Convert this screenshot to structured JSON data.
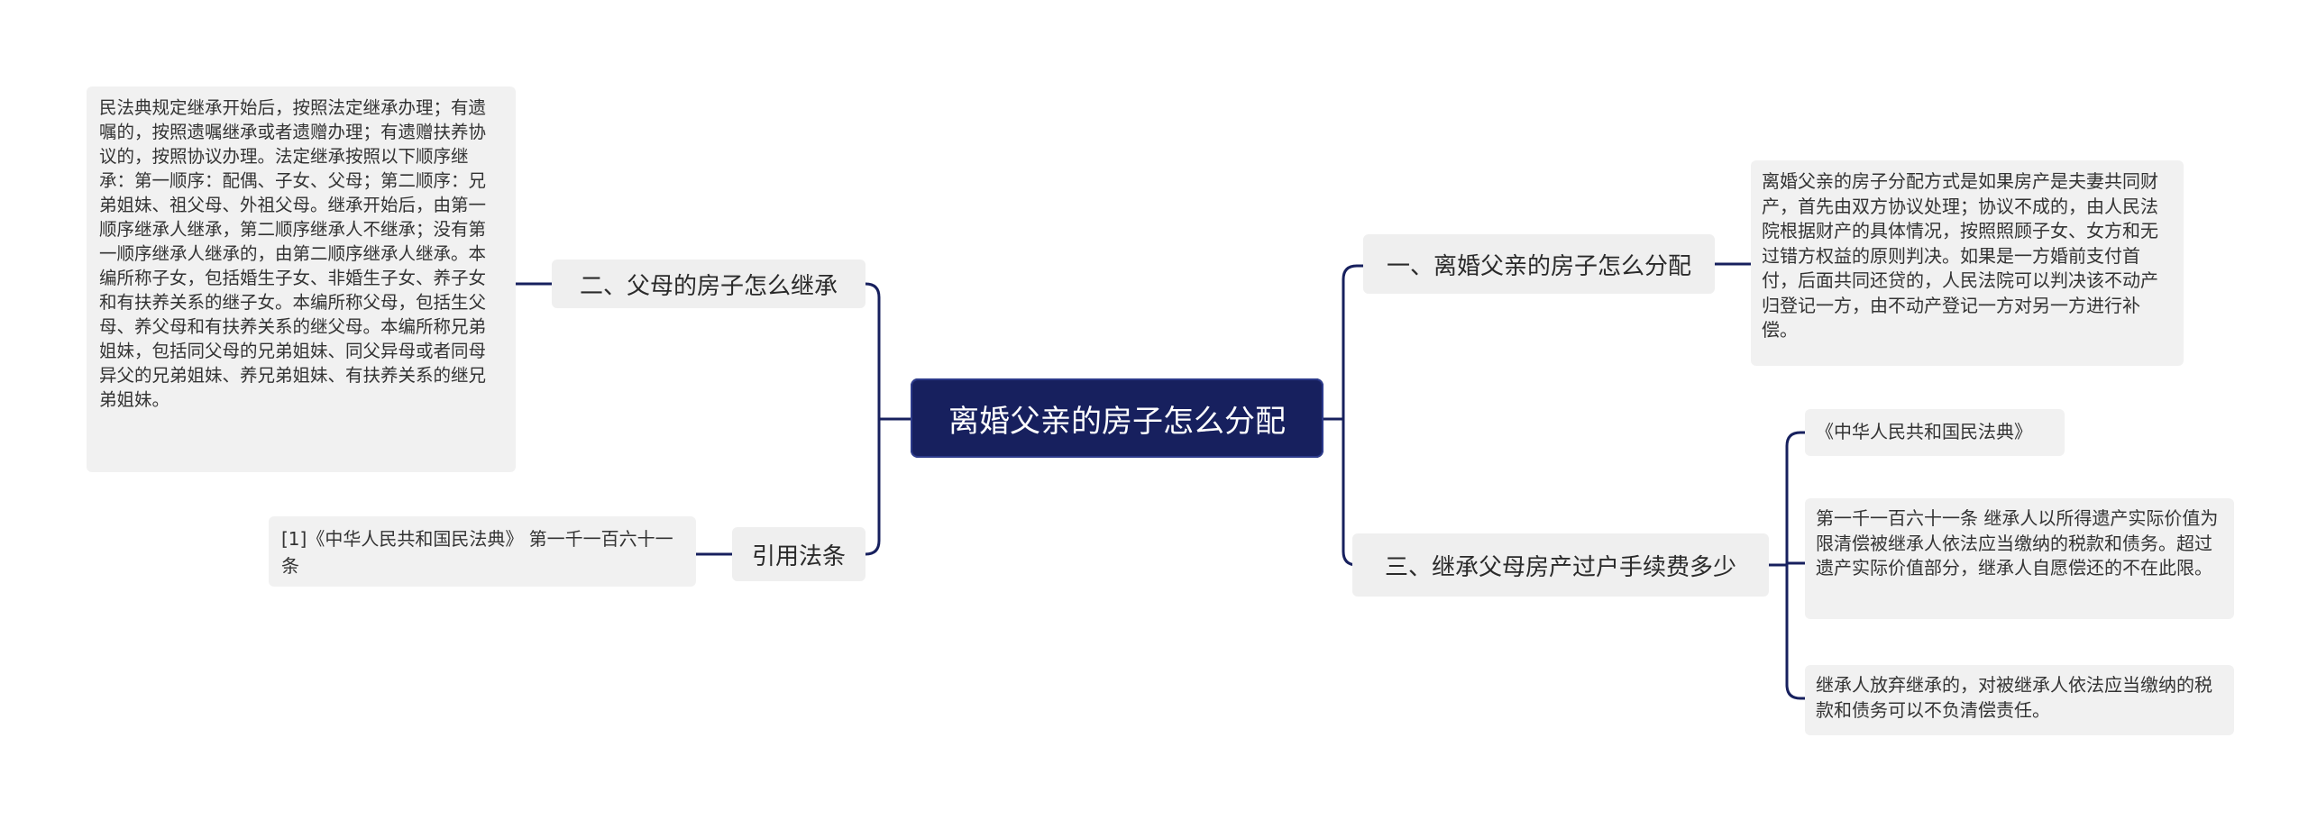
{
  "root": {
    "label": "离婚父亲的房子怎么分配"
  },
  "left": {
    "inherit": {
      "label": "二、父母的房子怎么继承",
      "detail": "民法典规定继承开始后，按照法定继承办理；有遗嘱的，按照遗嘱继承或者遗赠办理；有遗赠扶养协议的，按照协议办理。法定继承按照以下顺序继承：第一顺序：配偶、子女、父母；第二顺序：兄弟姐妹、祖父母、外祖父母。继承开始后，由第一顺序继承人继承，第二顺序继承人不继承；没有第一顺序继承人继承的，由第二顺序继承人继承。本编所称子女，包括婚生子女、非婚生子女、养子女和有扶养关系的继子女。本编所称父母，包括生父母、养父母和有扶养关系的继父母。本编所称兄弟姐妹，包括同父母的兄弟姐妹、同父异母或者同母异父的兄弟姐妹、养兄弟姐妹、有扶养关系的继兄弟姐妹。"
    },
    "cite": {
      "label": "引用法条",
      "detail": "[1]《中华人民共和国民法典》 第一千一百六十一条"
    }
  },
  "right": {
    "divide": {
      "label": "一、离婚父亲的房子怎么分配",
      "detail": "离婚父亲的房子分配方式是如果房产是夫妻共同财产，首先由双方协议处理；协议不成的，由人民法院根据财产的具体情况，按照照顾子女、女方和无过错方权益的原则判决。如果是一方婚前支付首付，后面共同还贷的，人民法院可以判决该不动产归登记一方，由不动产登记一方对另一方进行补偿。"
    },
    "fee": {
      "label": "三、继承父母房产过户手续费多少",
      "items": [
        "《中华人民共和国民法典》",
        "第一千一百六十一条 继承人以所得遗产实际价值为限清偿被继承人依法应当缴纳的税款和债务。超过遗产实际价值部分，继承人自愿偿还的不在此限。",
        "继承人放弃继承的，对被继承人依法应当缴纳的税款和债务可以不负清偿责任。"
      ]
    }
  },
  "colors": {
    "root_bg": "#17205e",
    "line": "#17205e",
    "node_bg": "#efefef"
  }
}
